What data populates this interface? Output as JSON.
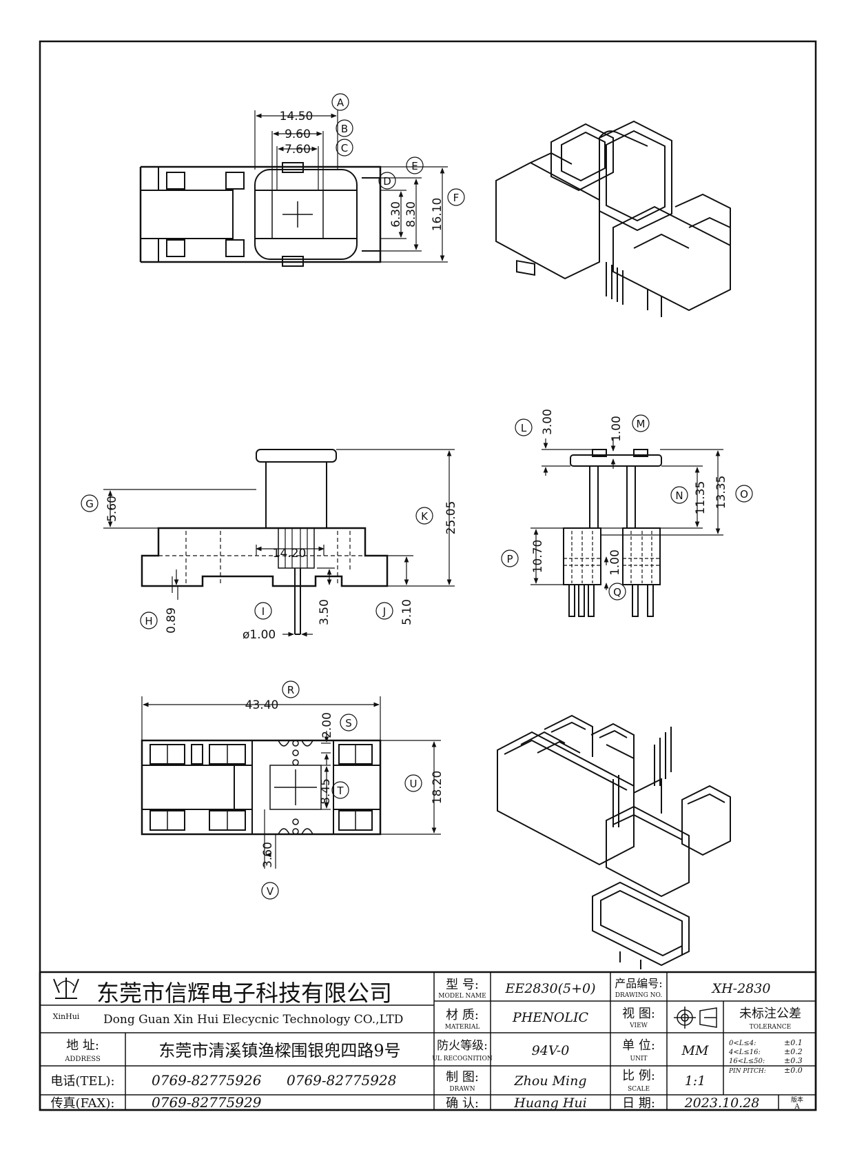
{
  "dims": {
    "A_14_50": "14.50",
    "B_9_60": "9.60",
    "C_7_60": "7.60",
    "D_6_30": "6.30",
    "E_8_30": "8.30",
    "F_16_10": "16.10",
    "G_5_60": "5.60",
    "K_25_05": "25.05",
    "w_14_20": "14.20",
    "H_0_89": "0.89",
    "I_3_50": "3.50",
    "J_5_10": "5.10",
    "pin_dia": "ø1.00",
    "L_3_00": "3.00",
    "M_1_00": "1.00",
    "N_11_35": "11.35",
    "O_13_35": "13.35",
    "P_10_70": "10.70",
    "Q_1_00": "1.00",
    "R_43_40": "43.40",
    "S_2_00": "2.00",
    "T_8_45": "8.45",
    "U_18_20": "18.20",
    "V_3_60": "3.60"
  },
  "balloons": [
    "A",
    "B",
    "C",
    "D",
    "E",
    "F",
    "G",
    "H",
    "I",
    "J",
    "K",
    "L",
    "M",
    "N",
    "O",
    "P",
    "Q",
    "R",
    "S",
    "T",
    "U",
    "V"
  ],
  "title_block": {
    "logo_text": "XinHui",
    "company_cn": "东莞市信辉电子科技有限公司",
    "company_en": "Dong Guan Xin Hui Elecycnic Technology CO.,LTD",
    "address_label_cn": "地 址:",
    "address_label_en": "ADDRESS",
    "address": "东莞市清溪镇渔樑围银兜四路9号",
    "tel_label": "电话(TEL):",
    "tel1": "0769-82775926",
    "tel2": "0769-82775928",
    "fax_label": "传真(FAX):",
    "fax": "0769-82775929",
    "model_label_cn": "型 号:",
    "model_label_en": "MODEL NAME",
    "model": "EE2830(5+0)",
    "material_label_cn": "材 质:",
    "material_label_en": "MATERIAL",
    "material": "PHENOLIC",
    "ul_label_cn": "防火等级:",
    "ul_label_en": "UL RECOGNITION",
    "ul": "94V-0",
    "drawn_label_cn": "制 图:",
    "drawn_label_en": "DRAWN",
    "drawn": "Zhou Ming",
    "approve_label_cn": "确 认:",
    "approve": "Huang Hui",
    "drawing_no_label_cn": "产品编号:",
    "drawing_no_label_en": "DRAWING NO.",
    "drawing_no": "XH-2830",
    "view_label_cn": "视 图:",
    "view_label_en": "VIEW",
    "tolerance_cn": "未标注公差",
    "tolerance_en": "TOLERANCE",
    "unit_label_cn": "单 位:",
    "unit_label_en": "UNIT",
    "unit": "MM",
    "scale_label_cn": "比 例:",
    "scale_label_en": "SCALE",
    "scale": "1:1",
    "date_label_cn": "日 期:",
    "date": "2023.10.28",
    "version_label": "版本",
    "version": "A",
    "tol1_range": "0<L≤4:",
    "tol1_val": "±0.1",
    "tol2_range": "4<L≤16:",
    "tol2_val": "±0.2",
    "tol3_range": "16<L≤50:",
    "tol3_val": "±0.3",
    "tol4_range": "PIN PITCH:",
    "tol4_val": "±0.0"
  }
}
